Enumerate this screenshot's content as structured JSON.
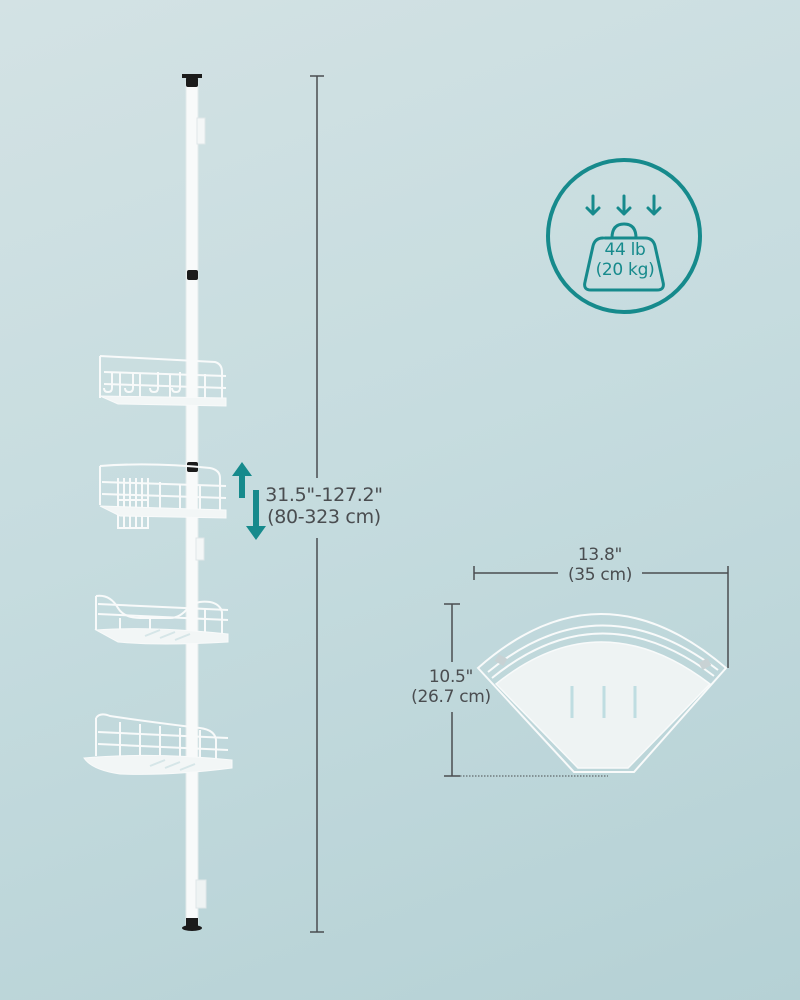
{
  "product": {
    "name": "Telescopic corner shower caddy",
    "shelf_count": 4
  },
  "height_dimension": {
    "inches": "31.5\"-127.2\"",
    "cm": "(80-323 cm)",
    "adjust_icon": "up-down-arrows-icon"
  },
  "load_badge": {
    "weight_lb": "44 lb",
    "weight_kg": "(20 kg)",
    "icon": "weight-load-icon"
  },
  "shelf_dimensions": {
    "width_in": "13.8\"",
    "width_cm": "(35 cm)",
    "depth_in": "10.5\"",
    "depth_cm": "(26.7 cm)"
  },
  "colors": {
    "accent": "#168a8c",
    "dimension_line": "#4a4d50",
    "product_white": "#f8fafa",
    "pole_cap": "#1b1b1b"
  }
}
